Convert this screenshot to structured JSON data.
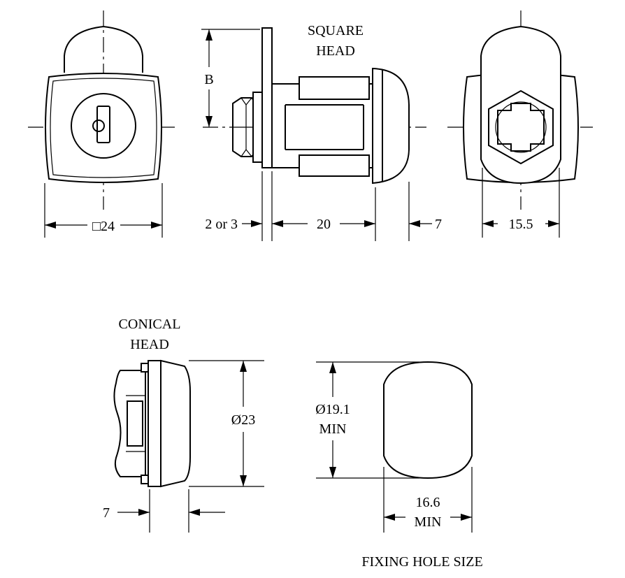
{
  "labels": {
    "square_head": [
      "SQUARE",
      "HEAD"
    ],
    "conical_head": [
      "CONICAL",
      "HEAD"
    ],
    "fixing_hole_size": "FIXING HOLE SIZE"
  },
  "dimensions": {
    "square_width": "□24",
    "flange_thickness": "2 or 3",
    "body_length": "20",
    "head_depth": "7",
    "width_flat": "15.5",
    "height_b": "B",
    "conical_diameter": "Ø23",
    "conical_depth": "7",
    "hole_diameter": [
      "Ø19.1",
      "MIN"
    ],
    "hole_width": [
      "16.6",
      "MIN"
    ]
  }
}
